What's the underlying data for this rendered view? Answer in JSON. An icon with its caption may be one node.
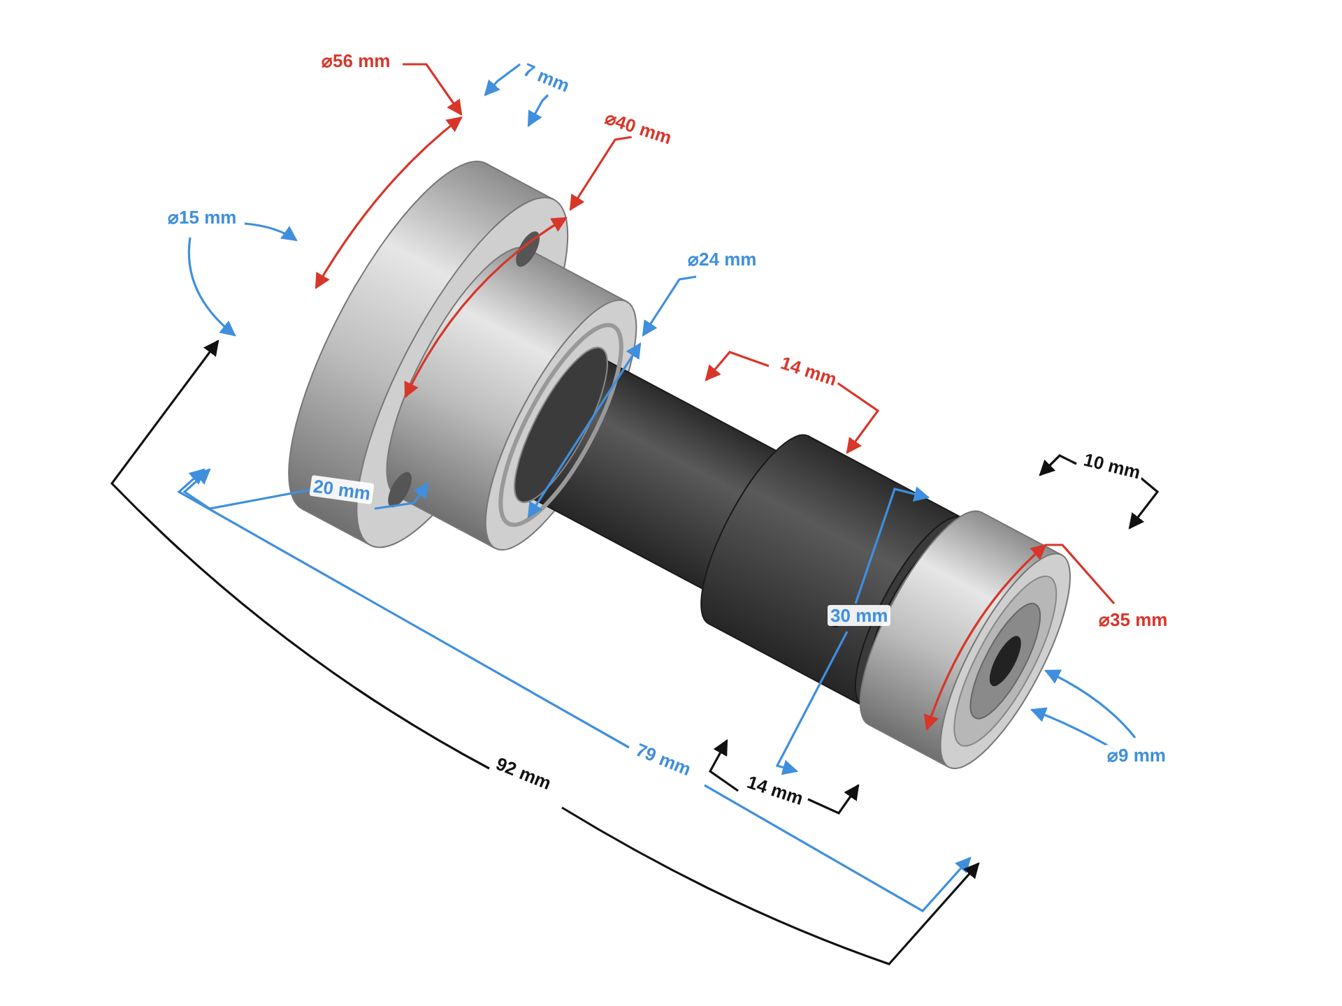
{
  "diagram": {
    "labels": [
      "⌀56 mm",
      "7 mm",
      "⌀40 mm",
      "⌀15 mm",
      "⌀24 mm",
      "14 mm",
      "10 mm",
      "20 mm",
      "30 mm",
      "⌀35 mm",
      "⌀9 mm",
      "79 mm",
      "14 mm",
      "92 mm"
    ]
  }
}
